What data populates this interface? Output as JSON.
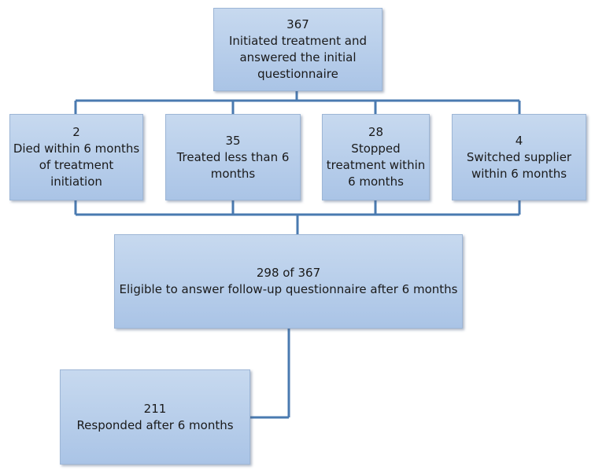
{
  "flowchart": {
    "top": {
      "count": "367",
      "label": "Initiated treatment and\nanswered the initial\nquestionnaire"
    },
    "exclusions": [
      {
        "count": "2",
        "label": "Died within 6 months\nof treatment\ninitiation"
      },
      {
        "count": "35",
        "label": "Treated less than 6\nmonths"
      },
      {
        "count": "28",
        "label": "Stopped\ntreatment within\n6 months"
      },
      {
        "count": "4",
        "label": "Switched supplier\nwithin 6 months"
      }
    ],
    "eligible": {
      "count": "298 of 367",
      "label": "Eligible to answer follow-up questionnaire after 6 months"
    },
    "responded": {
      "count": "211",
      "label": "Responded after 6 months"
    }
  },
  "colors": {
    "box_fill_top": "#c7d9ef",
    "box_fill_bottom": "#aac4e6",
    "connector": "#4a7ab0"
  }
}
